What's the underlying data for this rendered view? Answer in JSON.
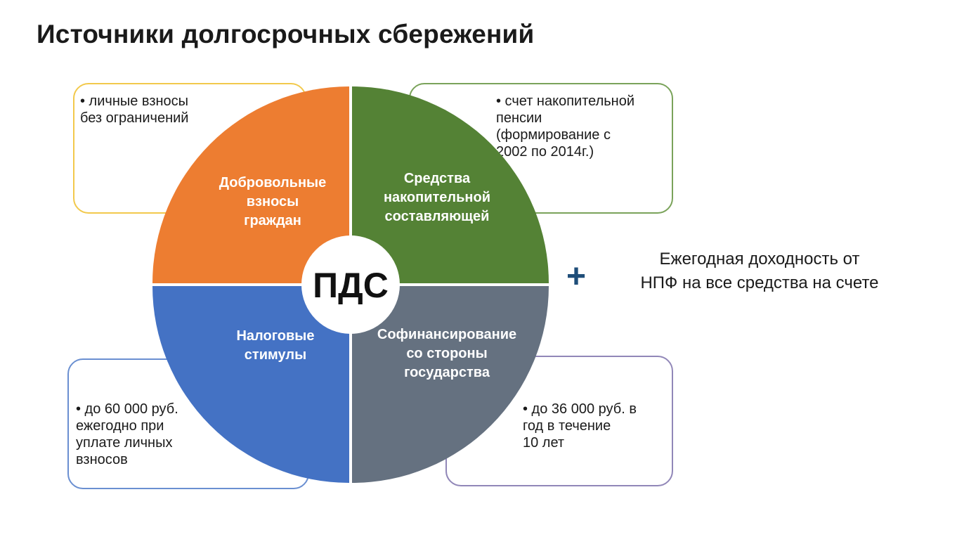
{
  "title": "Источники долгосрочных сбережений",
  "center": {
    "label": "ПДС"
  },
  "segments": [
    {
      "id": "voluntary",
      "lines": [
        "Добровольные",
        "взносы",
        "граждан"
      ],
      "color": "#ed7d31"
    },
    {
      "id": "funded",
      "lines": [
        "Средства",
        "накопительной",
        "составляющей"
      ],
      "color": "#548235"
    },
    {
      "id": "tax",
      "lines": [
        "Налоговые",
        "стимулы"
      ],
      "color": "#4472c4"
    },
    {
      "id": "cofinancing",
      "lines": [
        "Софинансирование",
        "со стороны",
        "государства"
      ],
      "color": "#657180"
    }
  ],
  "notes": {
    "top_left": "•  личные взносы\n    без ограничений",
    "top_right": "• счет накопительной\nпенсии\n(формирование с\n2002 по 2014г.)",
    "bottom_left": "•  до 60 000 руб.\n    ежегодно при\n    уплате личных\n    взносов",
    "bottom_right": "•  до 36 000 руб. в\n    год в течение\n    10 лет"
  },
  "plus": "+",
  "yield_text": {
    "line1": "Ежегодная доходность от",
    "line2": "НПФ на все средства на счете"
  },
  "colors": {
    "box_top_left": "#f2c94c",
    "box_top_right": "#7aa35a",
    "box_bottom_left": "#6a8fd1",
    "box_bottom_right": "#9187b8",
    "plus": "#1f4e79"
  }
}
